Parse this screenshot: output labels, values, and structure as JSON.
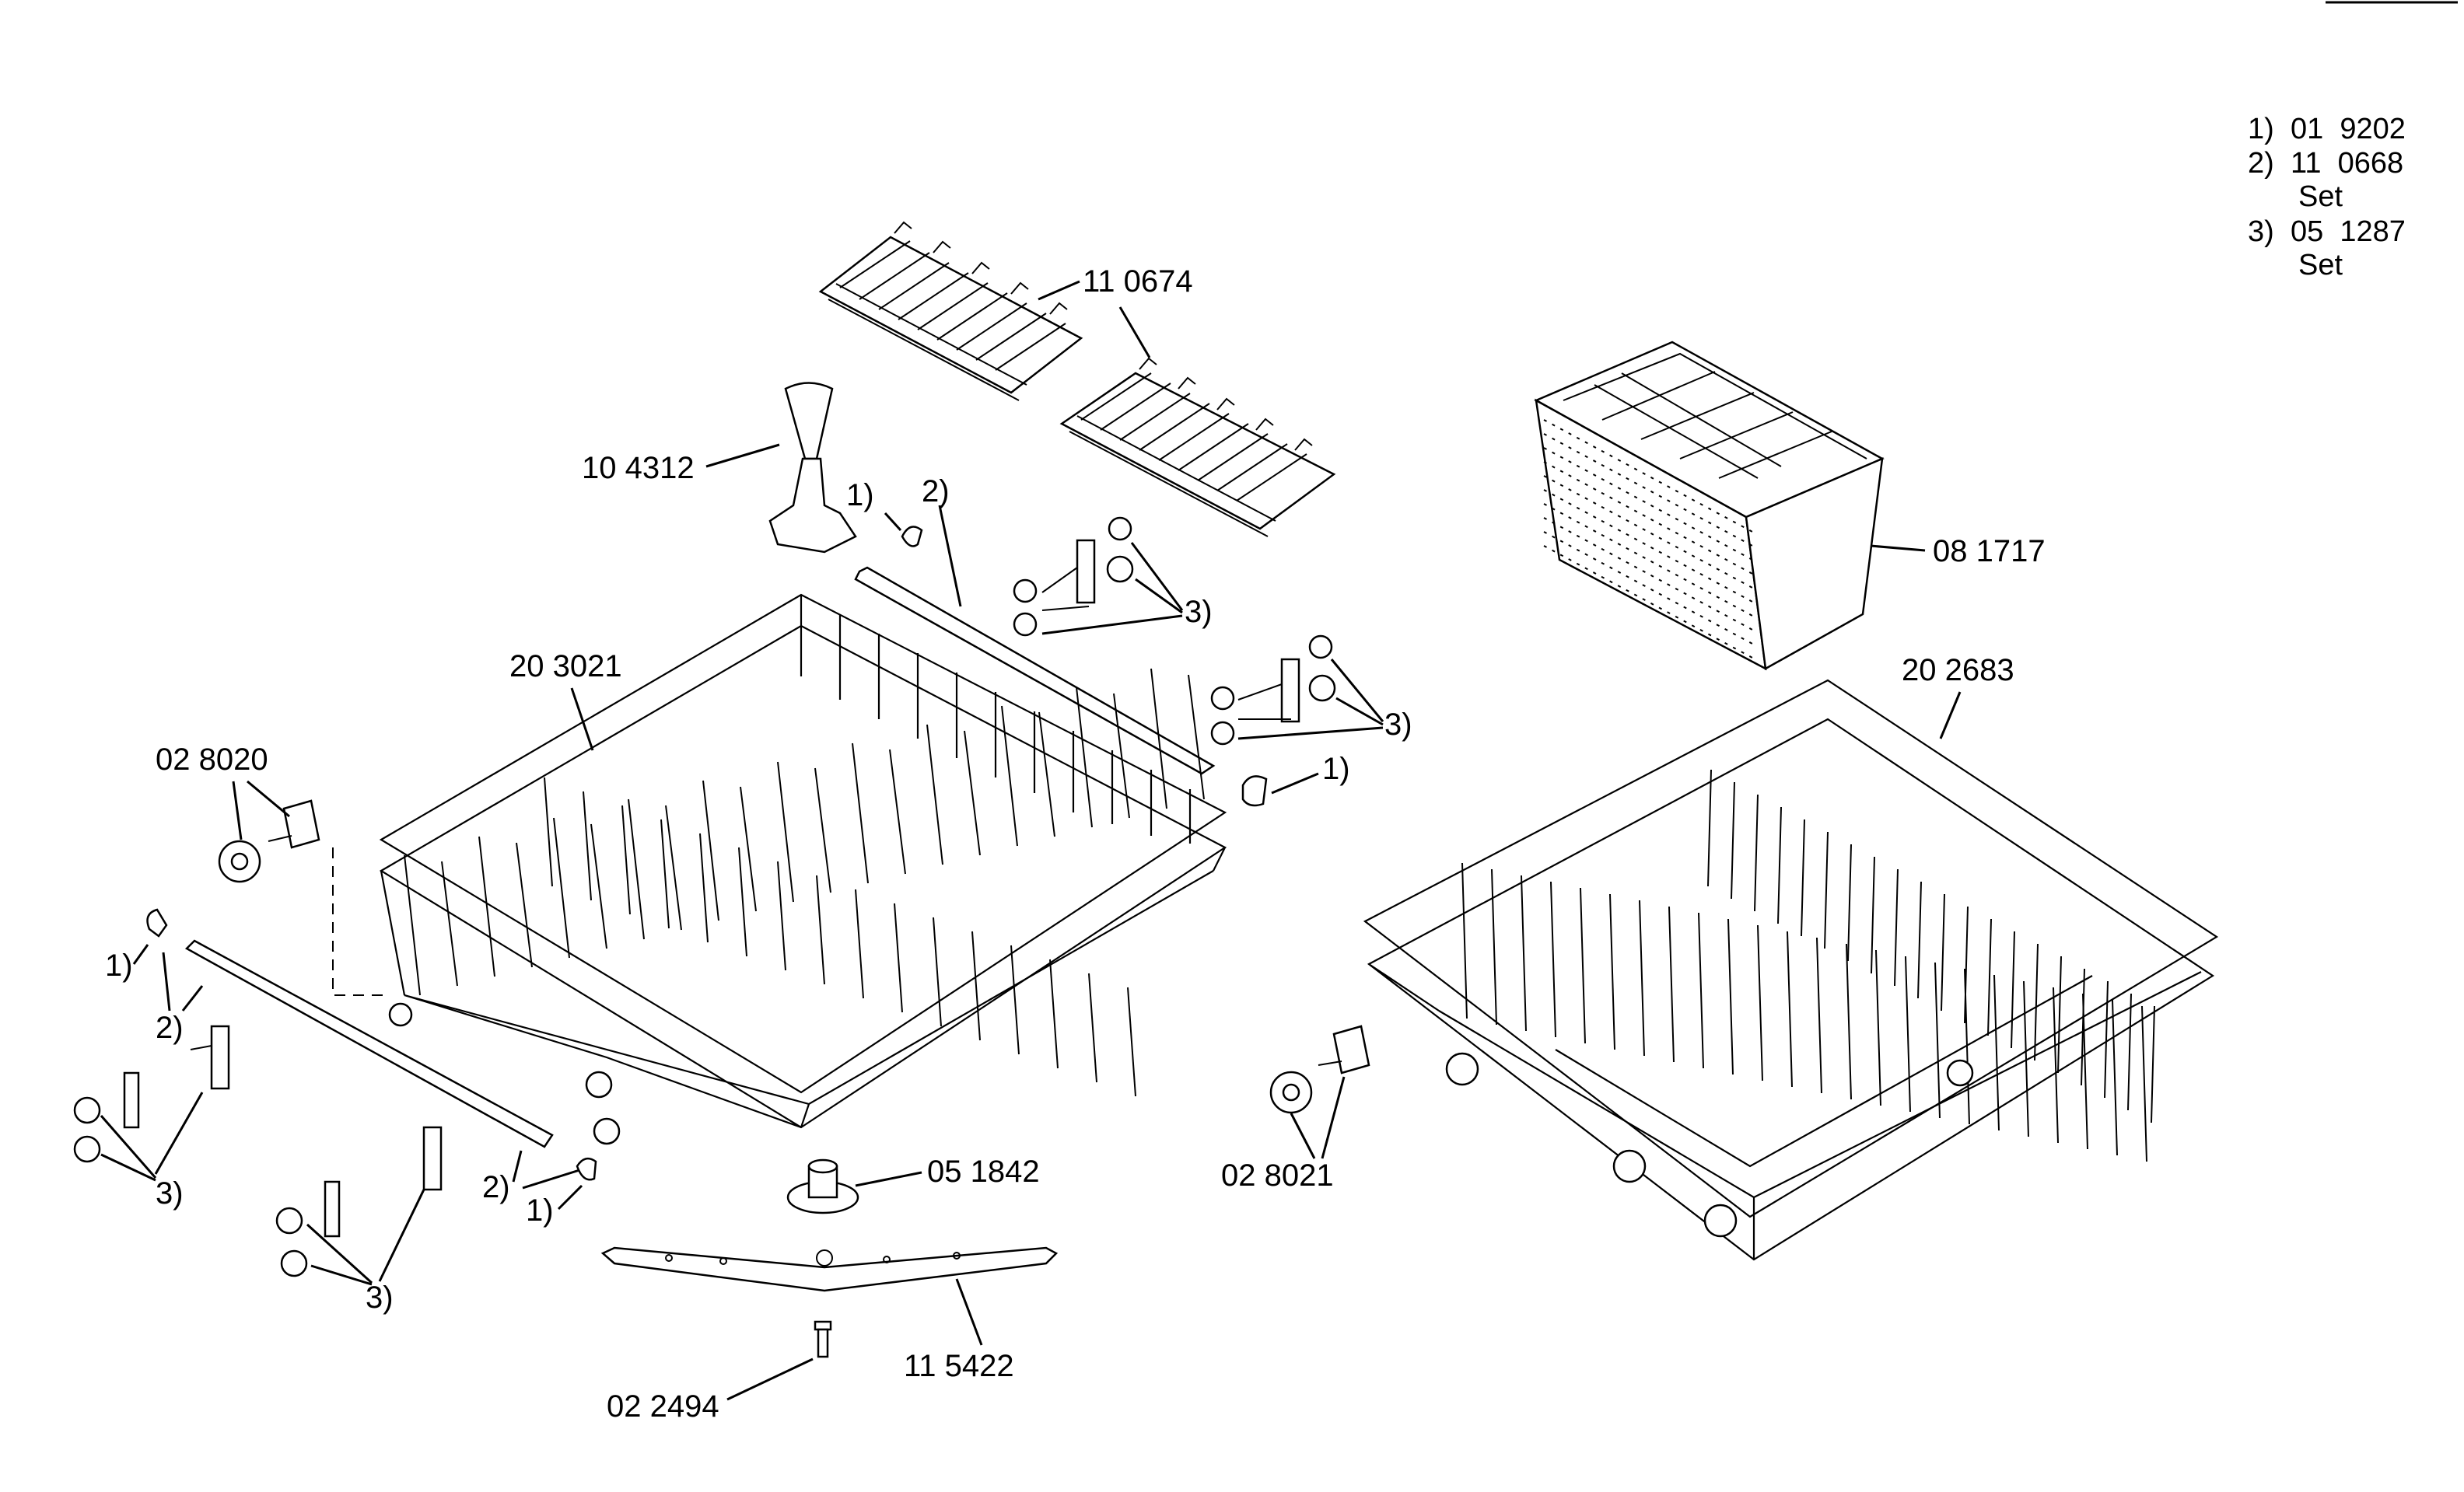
{
  "legend": {
    "items": [
      {
        "ref": "1)",
        "part": "01  9202",
        "note": ""
      },
      {
        "ref": "2)",
        "part": "11  0668",
        "note": "Set"
      },
      {
        "ref": "3)",
        "part": "05  1287",
        "note": "Set"
      }
    ]
  },
  "labels": {
    "p110674": "11 0674",
    "p104312": "10 4312",
    "ref1_top": "1)",
    "ref2_top": "2)",
    "ref3_top": "3)",
    "ref3_mid": "3)",
    "ref1_right": "1)",
    "p203021": "20 3021",
    "p028020": "02 8020",
    "ref1_left": "1)",
    "ref2_left": "2)",
    "ref3_left": "3)",
    "ref2_bottom": "2)",
    "ref1_bottom": "1)",
    "ref3_bottom": "3)",
    "p051842": "05 1842",
    "p115422": "11 5422",
    "p022494": "02 2494",
    "p081717": "08 1717",
    "p202683": "20 2683",
    "p028021": "02 8021"
  }
}
